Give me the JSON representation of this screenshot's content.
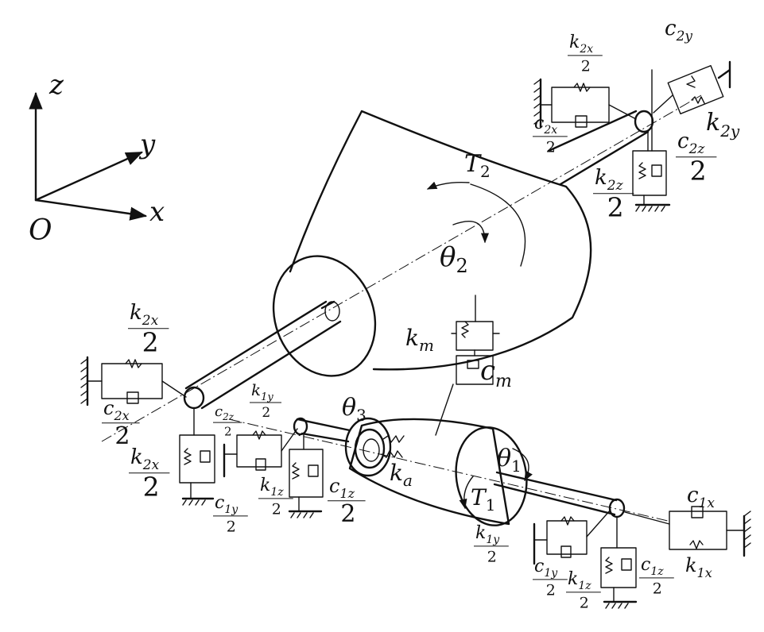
{
  "axes": {
    "z": "z",
    "y": "y",
    "x": "x",
    "origin": "O"
  },
  "gear_large": {
    "torque": {
      "sym": "T",
      "sub": "2"
    },
    "angle": {
      "sym": "θ",
      "sub": "2"
    }
  },
  "gear_small": {
    "torque": {
      "sym": "T",
      "sub": "1"
    },
    "angle": {
      "sym": "θ",
      "sub": "1"
    },
    "bore_angle": {
      "sym": "θ",
      "sub": "3"
    }
  },
  "mesh": {
    "stiffness": {
      "sym": "k",
      "sub": "m"
    },
    "damping": {
      "sym": "c",
      "sub": "m"
    }
  },
  "axial": {
    "stiffness": {
      "sym": "k",
      "sub": "a"
    }
  },
  "divisor": "2",
  "labels": {
    "k2x_top": {
      "sym": "k",
      "sub": "2x"
    },
    "c2y_top": {
      "sym": "c",
      "sub": "2y"
    },
    "c2x_top": {
      "sym": "c",
      "sub": "2x"
    },
    "k2y_top": {
      "sym": "k",
      "sub": "2y"
    },
    "c2z_top": {
      "sym": "c",
      "sub": "2z"
    },
    "k2z_top": {
      "sym": "k",
      "sub": "2z"
    },
    "k2x_left": {
      "sym": "k",
      "sub": "2x"
    },
    "c2x_left": {
      "sym": "c",
      "sub": "2x"
    },
    "k2x_left2": {
      "sym": "k",
      "sub": "2x"
    },
    "c2z_left": {
      "sym": "c",
      "sub": "2z"
    },
    "k1y_left": {
      "sym": "k",
      "sub": "1y"
    },
    "c1y_left": {
      "sym": "c",
      "sub": "1y"
    },
    "k1z_left": {
      "sym": "k",
      "sub": "1z"
    },
    "c1z_left": {
      "sym": "c",
      "sub": "1z"
    },
    "c1x_right": {
      "sym": "c",
      "sub": "1x"
    },
    "k1x_right": {
      "sym": "k",
      "sub": "1x"
    },
    "k1y_right": {
      "sym": "k",
      "sub": "1y"
    },
    "c1y_right": {
      "sym": "c",
      "sub": "1y"
    },
    "k1z_right": {
      "sym": "k",
      "sub": "1z"
    },
    "c1z_right": {
      "sym": "c",
      "sub": "1z"
    }
  }
}
